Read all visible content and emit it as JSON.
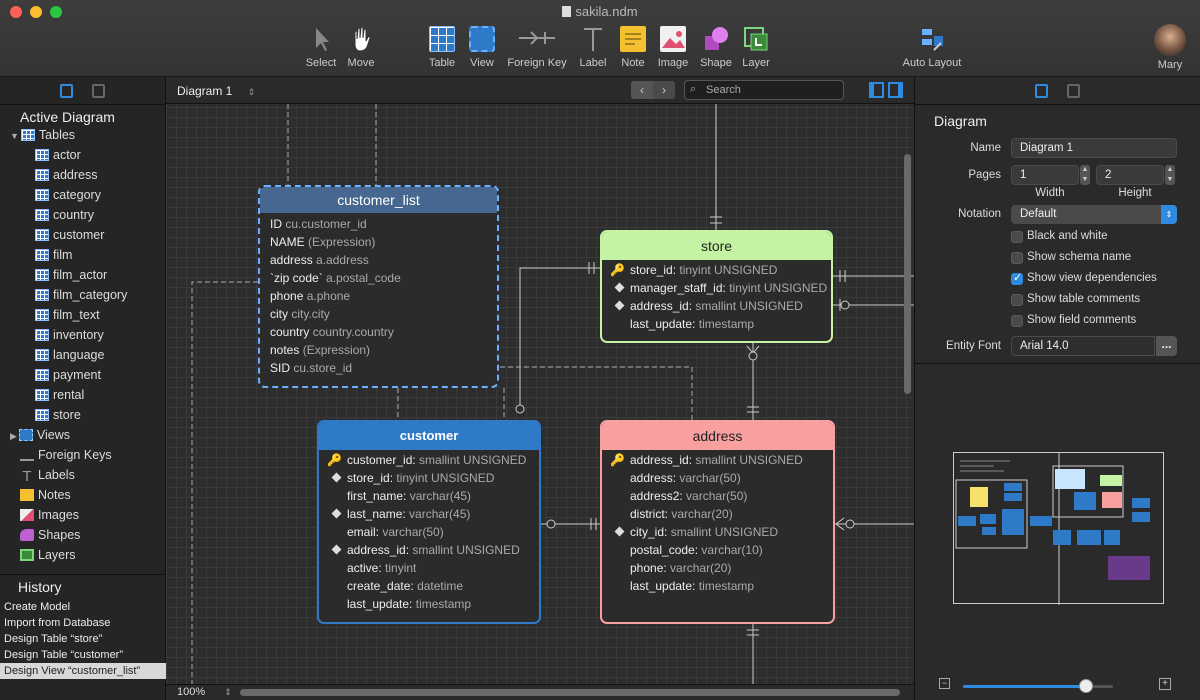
{
  "window": {
    "title": "sakila.ndm"
  },
  "toolbar": {
    "select": "Select",
    "move": "Move",
    "table": "Table",
    "view": "View",
    "foreign_key": "Foreign Key",
    "label": "Label",
    "note": "Note",
    "image": "Image",
    "shape": "Shape",
    "layer": "Layer",
    "auto_layout": "Auto Layout",
    "user": "Mary"
  },
  "sidebar": {
    "title": "Active Diagram",
    "tables_label": "Tables",
    "tables": [
      "actor",
      "address",
      "category",
      "country",
      "customer",
      "film",
      "film_actor",
      "film_category",
      "film_text",
      "inventory",
      "language",
      "payment",
      "rental",
      "store"
    ],
    "views": "Views",
    "foreign_keys": "Foreign Keys",
    "labels": "Labels",
    "notes": "Notes",
    "images": "Images",
    "shapes": "Shapes",
    "layers": "Layers"
  },
  "history": {
    "title": "History",
    "items": [
      "Create Model",
      "Import from Database",
      "Design Table “store”",
      "Design Table “customer”",
      "Design View “customer_list”"
    ]
  },
  "canvas_bar": {
    "diagram": "Diagram 1",
    "search_placeholder": "Search",
    "zoom": "100%"
  },
  "entities": {
    "customer_list": {
      "title": "customer_list",
      "rows": [
        [
          "ID",
          "cu.customer_id"
        ],
        [
          "NAME",
          "(Expression)"
        ],
        [
          "address",
          "a.address"
        ],
        [
          "`zip code`",
          "a.postal_code"
        ],
        [
          "phone",
          "a.phone"
        ],
        [
          "city",
          "city.city"
        ],
        [
          "country",
          "country.country"
        ],
        [
          "notes",
          "(Expression)"
        ],
        [
          "SID",
          "cu.store_id"
        ]
      ]
    },
    "store": {
      "title": "store",
      "rows": [
        [
          "store_id:",
          "tinyint UNSIGNED"
        ],
        [
          "manager_staff_id:",
          "tinyint UNSIGNED"
        ],
        [
          "address_id:",
          "smallint UNSIGNED"
        ],
        [
          "last_update:",
          "timestamp"
        ]
      ]
    },
    "customer": {
      "title": "customer",
      "rows": [
        [
          "customer_id:",
          "smallint UNSIGNED"
        ],
        [
          "store_id:",
          "tinyint UNSIGNED"
        ],
        [
          "first_name:",
          "varchar(45)"
        ],
        [
          "last_name:",
          "varchar(45)"
        ],
        [
          "email:",
          "varchar(50)"
        ],
        [
          "address_id:",
          "smallint UNSIGNED"
        ],
        [
          "active:",
          "tinyint"
        ],
        [
          "create_date:",
          "datetime"
        ],
        [
          "last_update:",
          "timestamp"
        ]
      ]
    },
    "address": {
      "title": "address",
      "rows": [
        [
          "address_id:",
          "smallint UNSIGNED"
        ],
        [
          "address:",
          "varchar(50)"
        ],
        [
          "address2:",
          "varchar(50)"
        ],
        [
          "district:",
          "varchar(20)"
        ],
        [
          "city_id:",
          "smallint UNSIGNED"
        ],
        [
          "postal_code:",
          "varchar(10)"
        ],
        [
          "phone:",
          "varchar(20)"
        ],
        [
          "last_update:",
          "timestamp"
        ]
      ]
    }
  },
  "inspector": {
    "section": "Diagram",
    "name_label": "Name",
    "name_value": "Diagram 1",
    "pages_label": "Pages",
    "pages_w": "1",
    "pages_h": "2",
    "width_label": "Width",
    "height_label": "Height",
    "notation_label": "Notation",
    "notation_value": "Default",
    "checks": [
      {
        "label": "Black and white",
        "checked": false
      },
      {
        "label": "Show schema name",
        "checked": false
      },
      {
        "label": "Show view dependencies",
        "checked": true
      },
      {
        "label": "Show table comments",
        "checked": false
      },
      {
        "label": "Show field comments",
        "checked": false
      }
    ],
    "font_label": "Entity Font",
    "font_value": "Arial  14.0",
    "font_btn": "...",
    "zoom_level": 0.82
  }
}
